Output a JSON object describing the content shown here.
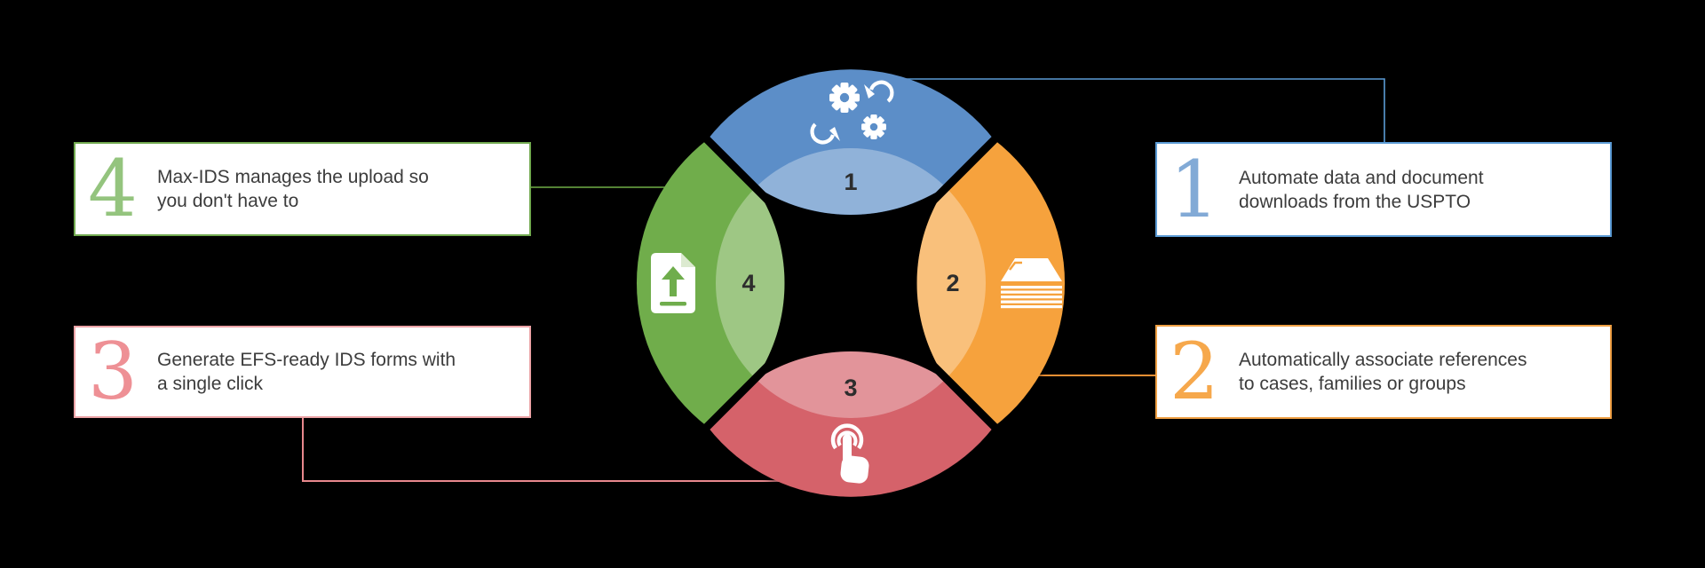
{
  "background_color": "#000000",
  "diagram": {
    "type": "cycle-4-segments",
    "center_numbers_color": "#2d2d2d",
    "segments": [
      {
        "number": "1",
        "icon": "gears-sync-icon",
        "color": "#5b8ec8"
      },
      {
        "number": "2",
        "icon": "document-stack-icon",
        "color": "#f6a23c"
      },
      {
        "number": "3",
        "icon": "tap-click-icon",
        "color": "#d5626b"
      },
      {
        "number": "4",
        "icon": "document-upload-icon",
        "color": "#6fad4c"
      }
    ]
  },
  "callouts": [
    {
      "number": "1",
      "text": "Automate data and document\ndownloads from the USPTO",
      "border_color": "#5b9bd5",
      "number_color": "#82aad6"
    },
    {
      "number": "2",
      "text": "Automatically associate references\nto cases, families or groups",
      "border_color": "#efa044",
      "number_color": "#f6a84c"
    },
    {
      "number": "3",
      "text": "Generate EFS-ready IDS forms with\na single click",
      "border_color": "#eca3a6",
      "number_color": "#ee9095"
    },
    {
      "number": "4",
      "text": "Max-IDS manages the upload so\nyou don't have to",
      "border_color": "#71a94f",
      "number_color": "#94c47e"
    }
  ],
  "text_color": "#3c3c3c",
  "connector_colors": {
    "blue": "#5b9bd5",
    "orange": "#ee8f33",
    "red": "#e8888d",
    "green": "#70ad47"
  }
}
